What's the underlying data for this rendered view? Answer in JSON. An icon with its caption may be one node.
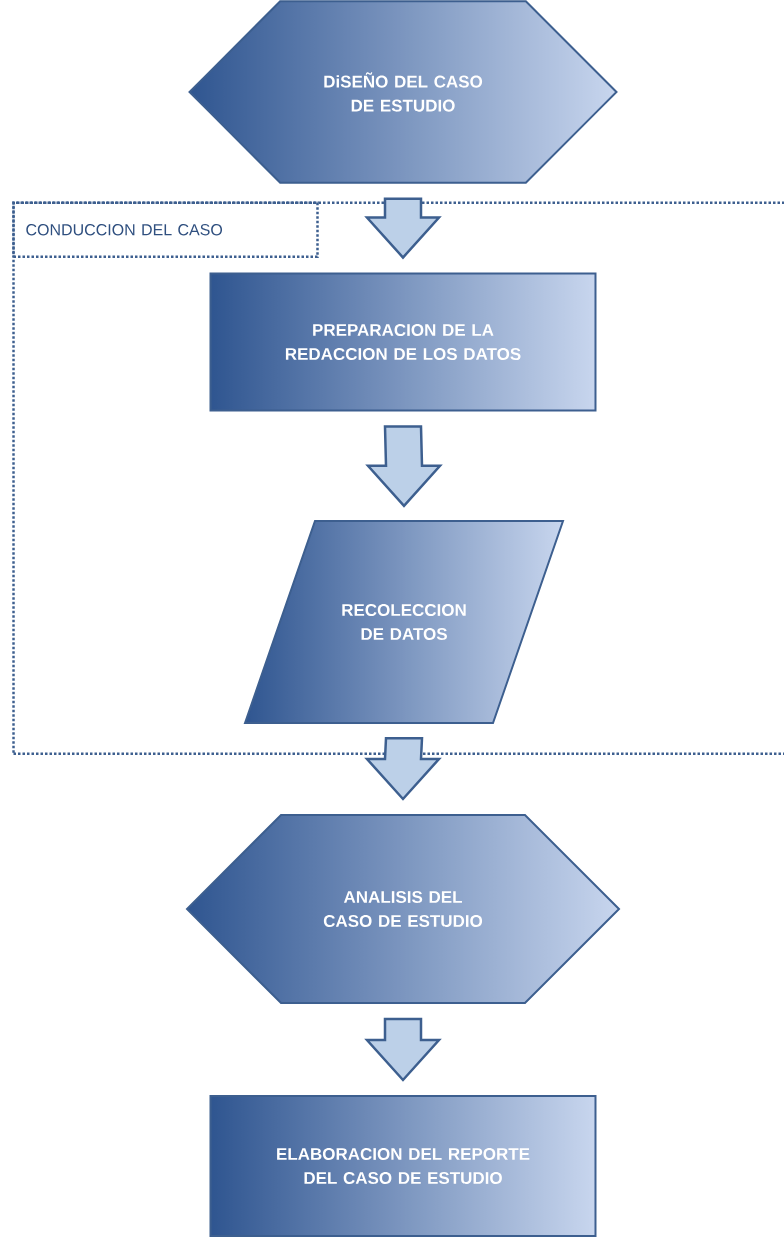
{
  "diagram": {
    "nodes": [
      {
        "text": [
          "DiSEÑO DEL CASO DE ESTUDIO"
        ]
      },
      {
        "text": [
          "CONDUCCION DEL CASO"
        ]
      },
      {
        "text": [
          "PREPARACION DE LA REDACCION DE LOS DATOS"
        ],
        "in": 1
      },
      {
        "text": [
          "RECOLECCION DE DATOS"
        ],
        "in": 1
      },
      {
        "text": [
          "ANALISIS DEL CASO DE ESTUDIO"
        ]
      },
      {
        "text": [
          "ELABORACION DEL REPORTE DEL CASO DE ESTUDIO"
        ]
      }
    ],
    "edges": [
      {
        "from": 0,
        "to": 2,
        "arrow": "to"
      },
      {
        "from": 2,
        "to": 3,
        "arrow": "to"
      },
      {
        "from": 3,
        "to": 4,
        "arrow": "to"
      },
      {
        "from": 4,
        "to": 5,
        "arrow": "to"
      }
    ]
  }
}
